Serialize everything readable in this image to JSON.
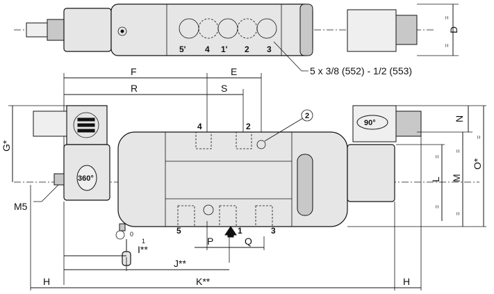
{
  "top_view": {
    "port_labels": [
      "5'",
      "4",
      "1'",
      "2",
      "3"
    ],
    "callout": "5 x 3/8 (552) - 1/2 (553)",
    "dimension_d": "D"
  },
  "front_view": {
    "dims_top": {
      "f": "F",
      "e": "E",
      "r": "R",
      "s": "S"
    },
    "dims_right": {
      "n": "N",
      "l": "L",
      "m": "M",
      "o": "O*"
    },
    "dims_left": {
      "g": "G*",
      "m5": "M5"
    },
    "dims_bottom": {
      "p": "P",
      "q": "Q",
      "i": "I**",
      "j": "J**",
      "k": "K**",
      "h_left": "H",
      "h_right": "H"
    },
    "port_labels_top": [
      "4",
      "2"
    ],
    "port_labels_bottom": [
      "5",
      "1",
      "3"
    ],
    "circle_label": "2",
    "rotate_left": "360°",
    "rotate_right": "90°",
    "screw_labels": [
      "0",
      "1"
    ],
    "equals": "="
  }
}
